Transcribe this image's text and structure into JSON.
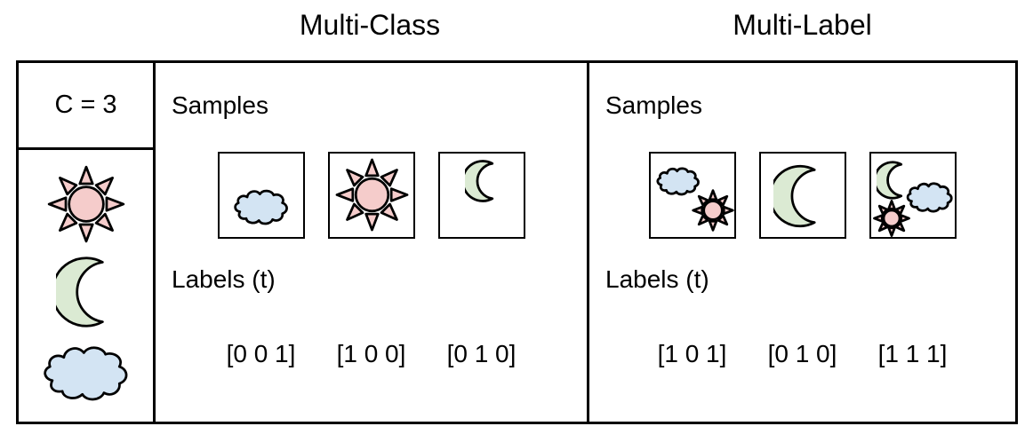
{
  "headers": {
    "multi_class": "Multi-Class",
    "multi_label": "Multi-Label"
  },
  "sidebar": {
    "class_count": "C = 3",
    "classes": [
      "sun",
      "moon",
      "cloud"
    ]
  },
  "panels": [
    {
      "id": "multi-class",
      "samples_label": "Samples",
      "labels_label": "Labels (t)",
      "samples": [
        {
          "icons": [
            "cloud"
          ]
        },
        {
          "icons": [
            "sun"
          ]
        },
        {
          "icons": [
            "moon"
          ]
        }
      ],
      "label_vectors": [
        "[0 0 1]",
        "[1 0 0]",
        "[0 1 0]"
      ]
    },
    {
      "id": "multi-label",
      "samples_label": "Samples",
      "labels_label": "Labels (t)",
      "samples": [
        {
          "icons": [
            "cloud",
            "sun"
          ]
        },
        {
          "icons": [
            "moon"
          ]
        },
        {
          "icons": [
            "moon",
            "cloud",
            "sun"
          ]
        }
      ],
      "label_vectors": [
        "[1 0 1]",
        "[0 1 0]",
        "[1 1 1]"
      ]
    }
  ],
  "colors": {
    "sun_fill": "#f5cccb",
    "moon_fill": "#dbead3",
    "cloud_fill": "#d3e4f3",
    "stroke": "#000000",
    "background": "#ffffff"
  }
}
